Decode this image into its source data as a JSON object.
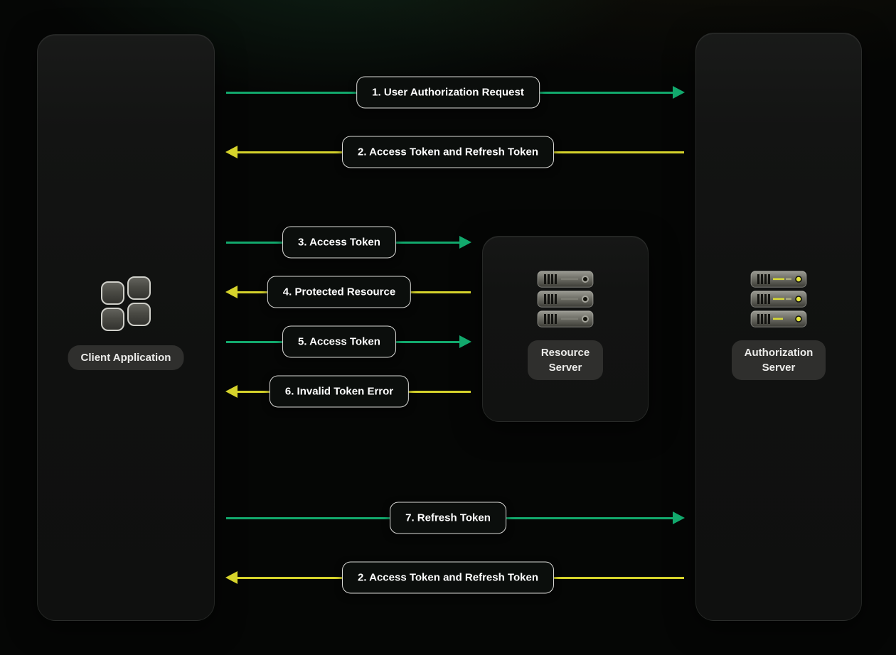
{
  "nodes": {
    "client": {
      "label": "Client Application",
      "icon": "app-grid-icon"
    },
    "resource": {
      "label": "Resource Server",
      "icon": "server-stack-icon"
    },
    "authorization": {
      "label": "Authorization Server",
      "icon": "server-stack-icon"
    }
  },
  "arrows": [
    {
      "label": "1. User Authorization Request",
      "direction": "right",
      "color": "#12a96d",
      "span": "full"
    },
    {
      "label": "2. Access Token and Refresh Token",
      "direction": "left",
      "color": "#d6d32b",
      "span": "full"
    },
    {
      "label": "3. Access Token",
      "direction": "right",
      "color": "#12a96d",
      "span": "half"
    },
    {
      "label": "4. Protected Resource",
      "direction": "left",
      "color": "#d6d32b",
      "span": "half"
    },
    {
      "label": "5. Access Token",
      "direction": "right",
      "color": "#12a96d",
      "span": "half"
    },
    {
      "label": "6. Invalid Token Error",
      "direction": "left",
      "color": "#d6d32b",
      "span": "half"
    },
    {
      "label": "7. Refresh Token",
      "direction": "right",
      "color": "#12a96d",
      "span": "full"
    },
    {
      "label": "2. Access Token and Refresh Token",
      "direction": "left",
      "color": "#d6d32b",
      "span": "full"
    }
  ],
  "colors": {
    "arrow_green": "#12a96d",
    "arrow_yellow": "#d6d32b",
    "led_yellow": "#e8e93c",
    "panel_background": "#121312",
    "label_box_border": "#d9d9d6"
  }
}
